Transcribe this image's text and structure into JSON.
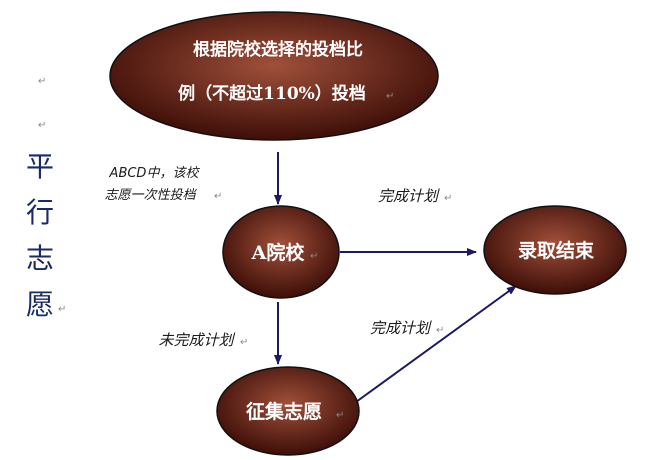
{
  "colors": {
    "node_fill_center": "#a0503a",
    "node_fill_edge": "#3a0c06",
    "node_stroke": "#111111",
    "arrow": "#1c1866",
    "side_title": "#1a2a66"
  },
  "side_title": [
    "平",
    "行",
    "志",
    "愿"
  ],
  "nodes": {
    "top": {
      "line1": "根据院校选择的投档比",
      "line2": "例（不超过110%）投档"
    },
    "school_a": {
      "label": "A院校"
    },
    "finish": {
      "label": "录取结束"
    },
    "solicit": {
      "label": "征集志愿"
    }
  },
  "edges": {
    "top_to_a": {
      "line1": "ABCD中，该校",
      "line2": "志愿一次性投档"
    },
    "a_to_finish": {
      "label": "完成计划"
    },
    "a_to_solicit": {
      "label": "未完成计划"
    },
    "solicit_to_finish": {
      "label": "完成计划"
    }
  },
  "paragraph_mark": "↵"
}
